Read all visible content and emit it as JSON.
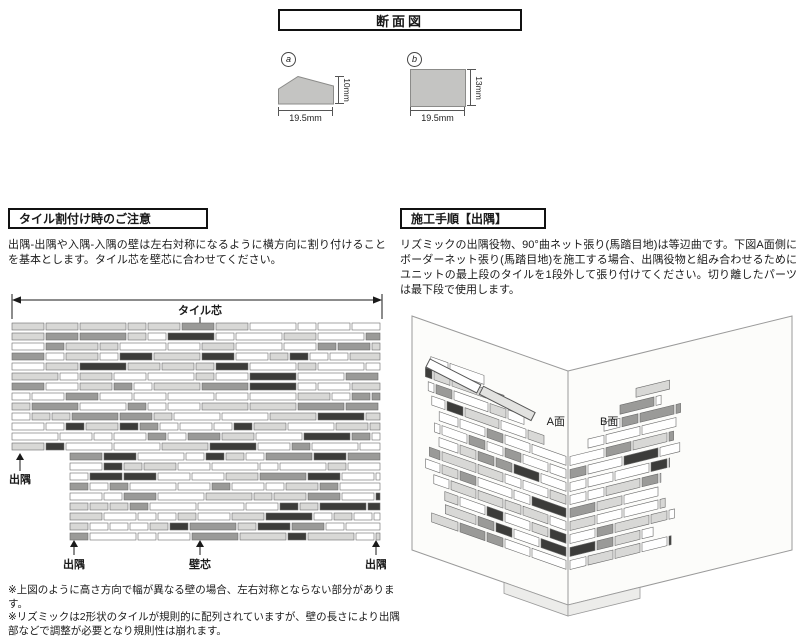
{
  "headers": {
    "cross_section": "断面図"
  },
  "cross_sections": {
    "a": {
      "marker": "a",
      "width": "19.5mm",
      "height": "10mm"
    },
    "b": {
      "marker": "b",
      "width": "19.5mm",
      "height": "13mm"
    }
  },
  "layout_section": {
    "title": "タイル割付け時のご注意",
    "body": "出隅-出隅や入隅-入隅の壁は左右対称になるように横方向に割り付けることを基本とします。タイル芯を壁芯に合わせてください。",
    "diagram": {
      "tile_center": "タイル芯",
      "corner": "出隅",
      "wall_center": "壁芯"
    }
  },
  "procedure_section": {
    "title": "施工手順【出隅】",
    "body": "リズミックの出隅役物、90°曲ネット張り(馬踏目地)は等辺曲です。下図A面側にボーダーネット張り(馬踏目地)を施工する場合、出隅役物と組み合わせるためにユニットの最上段のタイルを1段外して張り付けてください。切り離したパーツは最下段で使用します。",
    "diagram": {
      "face_a": "A面",
      "face_b": "B面"
    }
  },
  "notes": {
    "note1": "※上図のように高さ方向で幅が異なる壁の場合、左右対称とならない部分があります。",
    "note2": "※リズミックは2形状のタイルが規則的に配列されていますが、壁の長さにより出隅部などで調整が必要となり規則性は崩れます。"
  },
  "colors": {
    "line": "#1a1a1a",
    "wall_fill": "#fcfcfa",
    "wall_stroke": "#9a9a9a",
    "shape_fill": "#c4c4c2",
    "shape_stroke": "#8b8b89",
    "tile_stroke": "#6b6b6b",
    "tile_white": "#ffffff",
    "tile_light": "#d8d8d6",
    "tile_mid": "#9a9a98",
    "tile_dark": "#3c3c3a"
  }
}
